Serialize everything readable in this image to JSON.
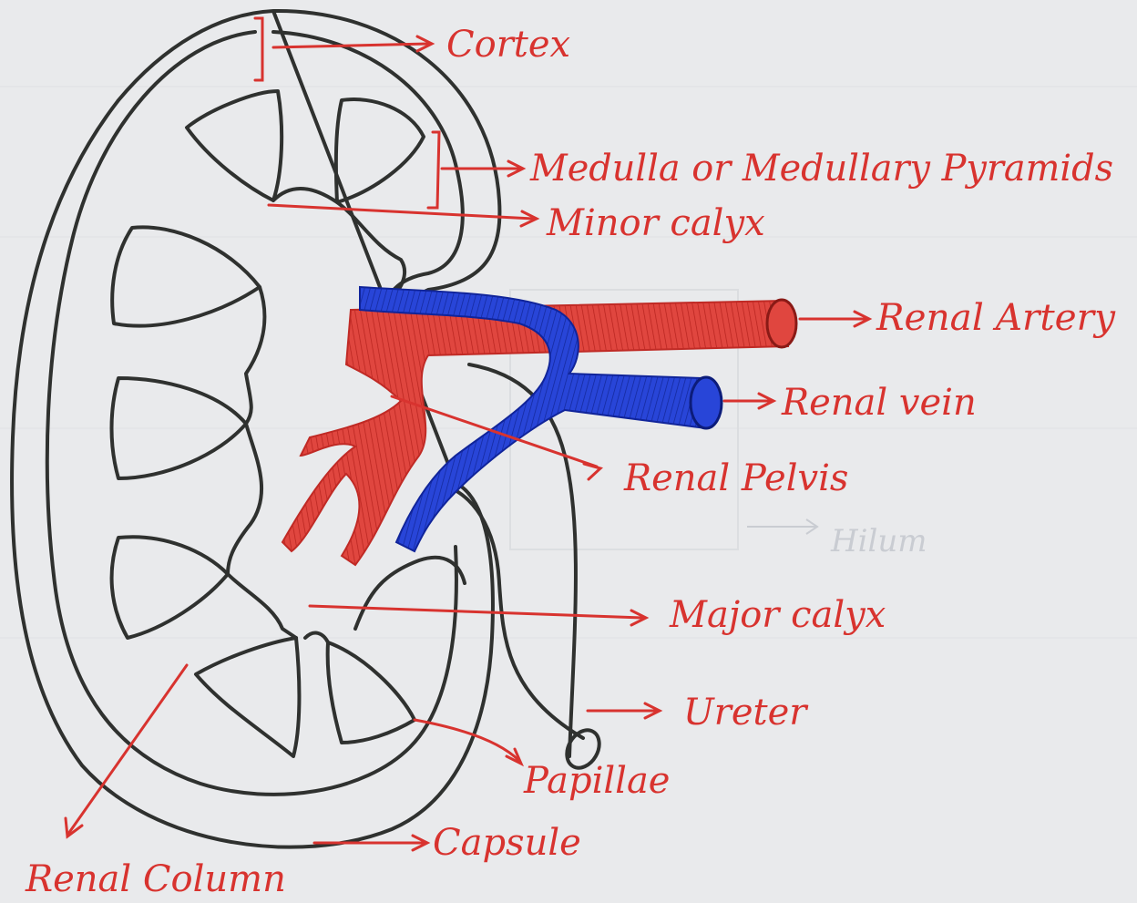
{
  "labels": {
    "cortex": "Cortex",
    "medulla": "Medulla or Medullary Pyramids",
    "minor_calyx": "Minor calyx",
    "renal_artery": "Renal Artery",
    "renal_vein": "Renal vein",
    "renal_pelvis": "Renal Pelvis",
    "hilum": "Hilum",
    "major_calyx": "Major calyx",
    "ureter": "Ureter",
    "papillae": "Papillae",
    "capsule": "Capsule",
    "renal_column": "Renal Column"
  },
  "colors": {
    "paper": "#e9eaec",
    "ink": "#2f312f",
    "label_red": "#d8332f",
    "artery_red": "#d8332f",
    "vein_blue": "#1f3fd0",
    "faint_text": "#c9ccd2"
  }
}
